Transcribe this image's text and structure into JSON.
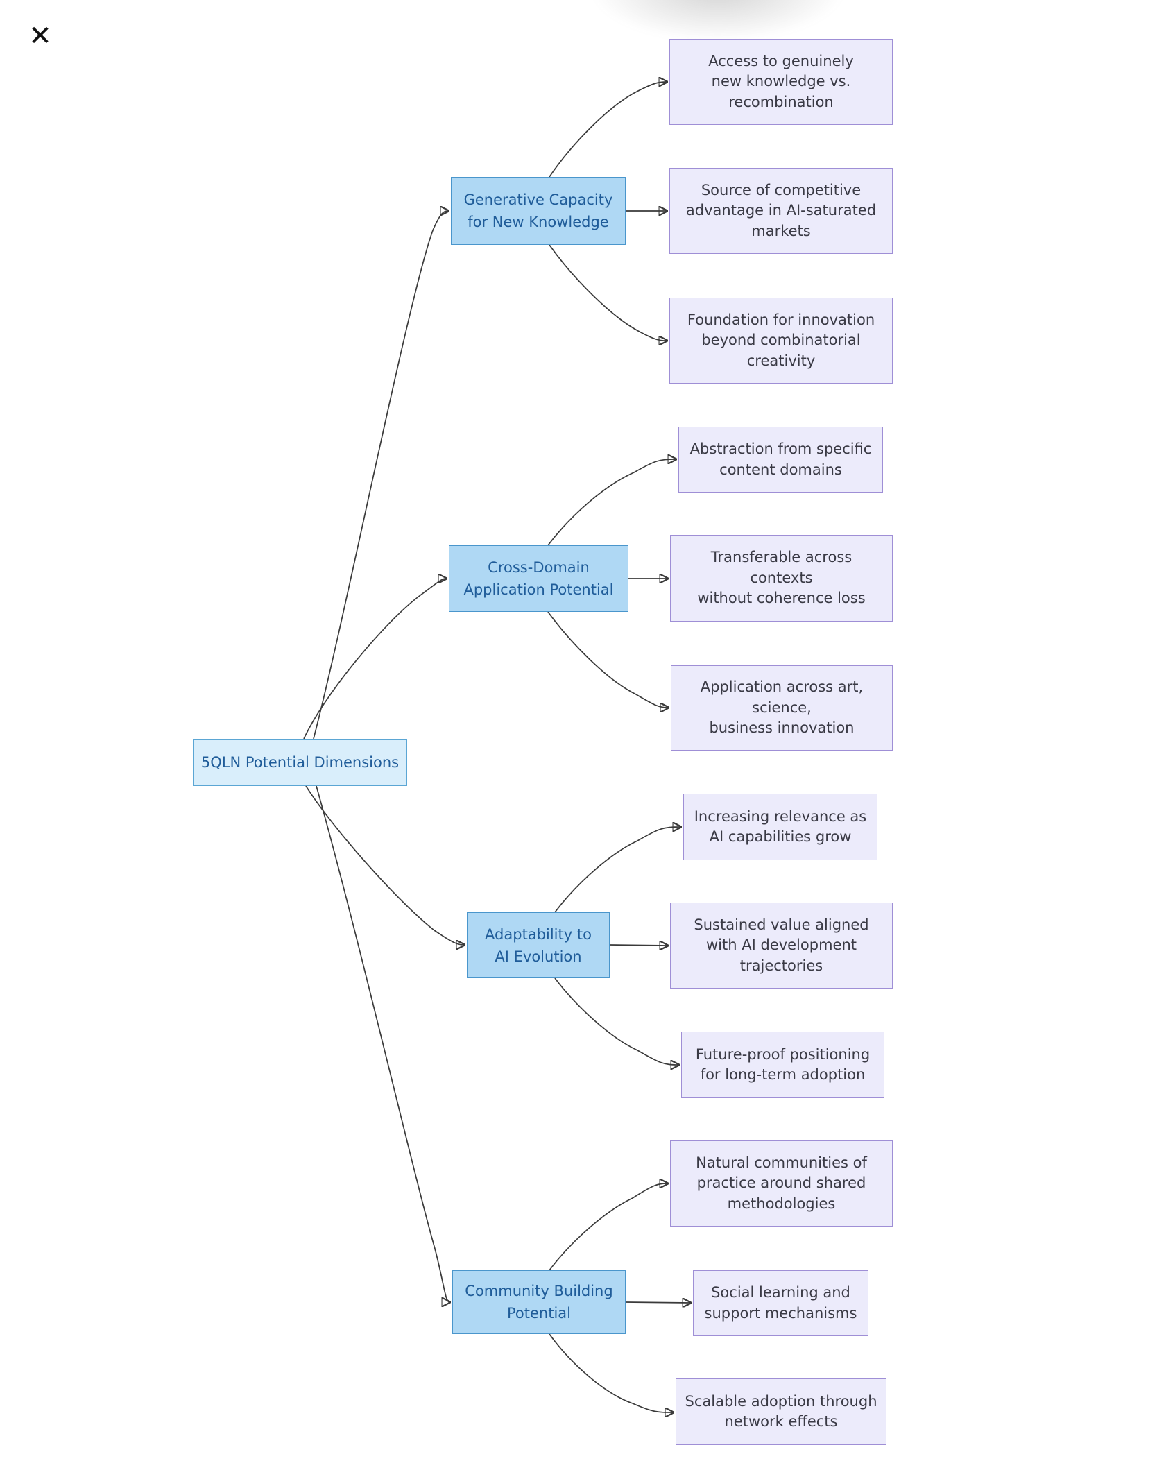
{
  "toolbar": {
    "close_icon": "✕"
  },
  "diagram": {
    "type": "flowchart",
    "root": {
      "label": "5QLN Potential Dimensions"
    },
    "branches": [
      {
        "label": "Generative Capacity\nfor New Knowledge",
        "leaves": [
          {
            "label": "Access to genuinely\nnew knowledge vs.\nrecombination"
          },
          {
            "label": "Source of competitive\nadvantage in AI-saturated\nmarkets"
          },
          {
            "label": "Foundation for innovation\nbeyond combinatorial\ncreativity"
          }
        ]
      },
      {
        "label": "Cross-Domain\nApplication Potential",
        "leaves": [
          {
            "label": "Abstraction from specific\ncontent domains"
          },
          {
            "label": "Transferable across\ncontexts\nwithout coherence loss"
          },
          {
            "label": "Application across art,\nscience,\nbusiness innovation"
          }
        ]
      },
      {
        "label": "Adaptability to\nAI Evolution",
        "leaves": [
          {
            "label": "Increasing relevance as\nAI capabilities grow"
          },
          {
            "label": "Sustained value aligned\nwith AI development\ntrajectories"
          },
          {
            "label": "Future-proof positioning\nfor long-term adoption"
          }
        ]
      },
      {
        "label": "Community Building\nPotential",
        "leaves": [
          {
            "label": "Natural communities of\npractice around shared\nmethodologies"
          },
          {
            "label": "Social learning and\nsupport mechanisms"
          },
          {
            "label": "Scalable adoption through\nnetwork effects"
          }
        ]
      }
    ],
    "colors": {
      "root_fill": "#d9eefb",
      "root_border": "#5ba6d4",
      "branch_fill": "#afd8f4",
      "branch_border": "#4a96cc",
      "branch_text": "#1f5c99",
      "leaf_fill": "#ecebfb",
      "leaf_border": "#9f8fd6",
      "leaf_text": "#3a3a45",
      "edge": "#3a3a3a"
    }
  }
}
